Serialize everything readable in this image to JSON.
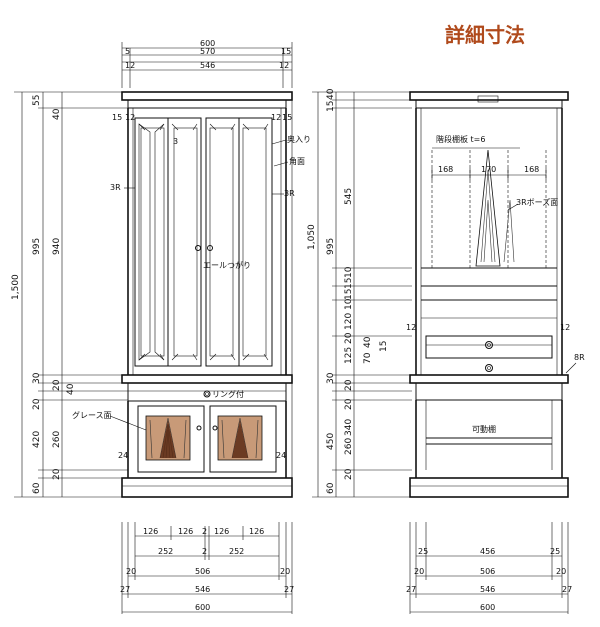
{
  "title": "詳細寸法",
  "colors": {
    "title": "#b04a1c",
    "line": "#111111",
    "door_panel": "#8a4a2a"
  },
  "front": {
    "top_dims": [
      "600",
      "5",
      "570",
      "15",
      "12",
      "546",
      "12"
    ],
    "left_dims": [
      "1,500",
      "55",
      "40",
      "995",
      "940",
      "30",
      "20",
      "20",
      "40",
      "420",
      "260",
      "20",
      "60"
    ],
    "upper_corner_dims": [
      "15",
      "12",
      "12",
      "15"
    ],
    "side_dims": [
      "24",
      "24"
    ],
    "labels": {
      "okuiri": "奥入り",
      "kakumen": "角面",
      "r_left": "3R",
      "r_right": "3R",
      "three": "3",
      "fold_door": "エールつがり",
      "ring_handle": "リング付",
      "gures_panel": "グレース面"
    },
    "bottom_dims": [
      "126",
      "126",
      "2",
      "126",
      "126",
      "252",
      "2",
      "252",
      "20",
      "506",
      "20",
      "27",
      "546",
      "27",
      "600"
    ]
  },
  "side": {
    "left_dims": [
      "1,050",
      "40",
      "15",
      "545",
      "995",
      "10",
      "15",
      "15",
      "10",
      "120",
      "20",
      "125",
      "30",
      "20",
      "20",
      "340",
      "450",
      "260",
      "20",
      "60"
    ],
    "inner_dims": [
      "40",
      "70",
      "15"
    ],
    "corner_dims": [
      "12",
      "12"
    ],
    "width_dims": [
      "168",
      "170",
      "168"
    ],
    "labels": {
      "shelf": "階段棚板 t=6",
      "posts": "3Rボーズ面",
      "eight_r": "8R",
      "movable_shelf": "可動棚"
    },
    "bottom_dims": [
      "25",
      "456",
      "25",
      "20",
      "506",
      "20",
      "27",
      "546",
      "27",
      "600"
    ]
  }
}
